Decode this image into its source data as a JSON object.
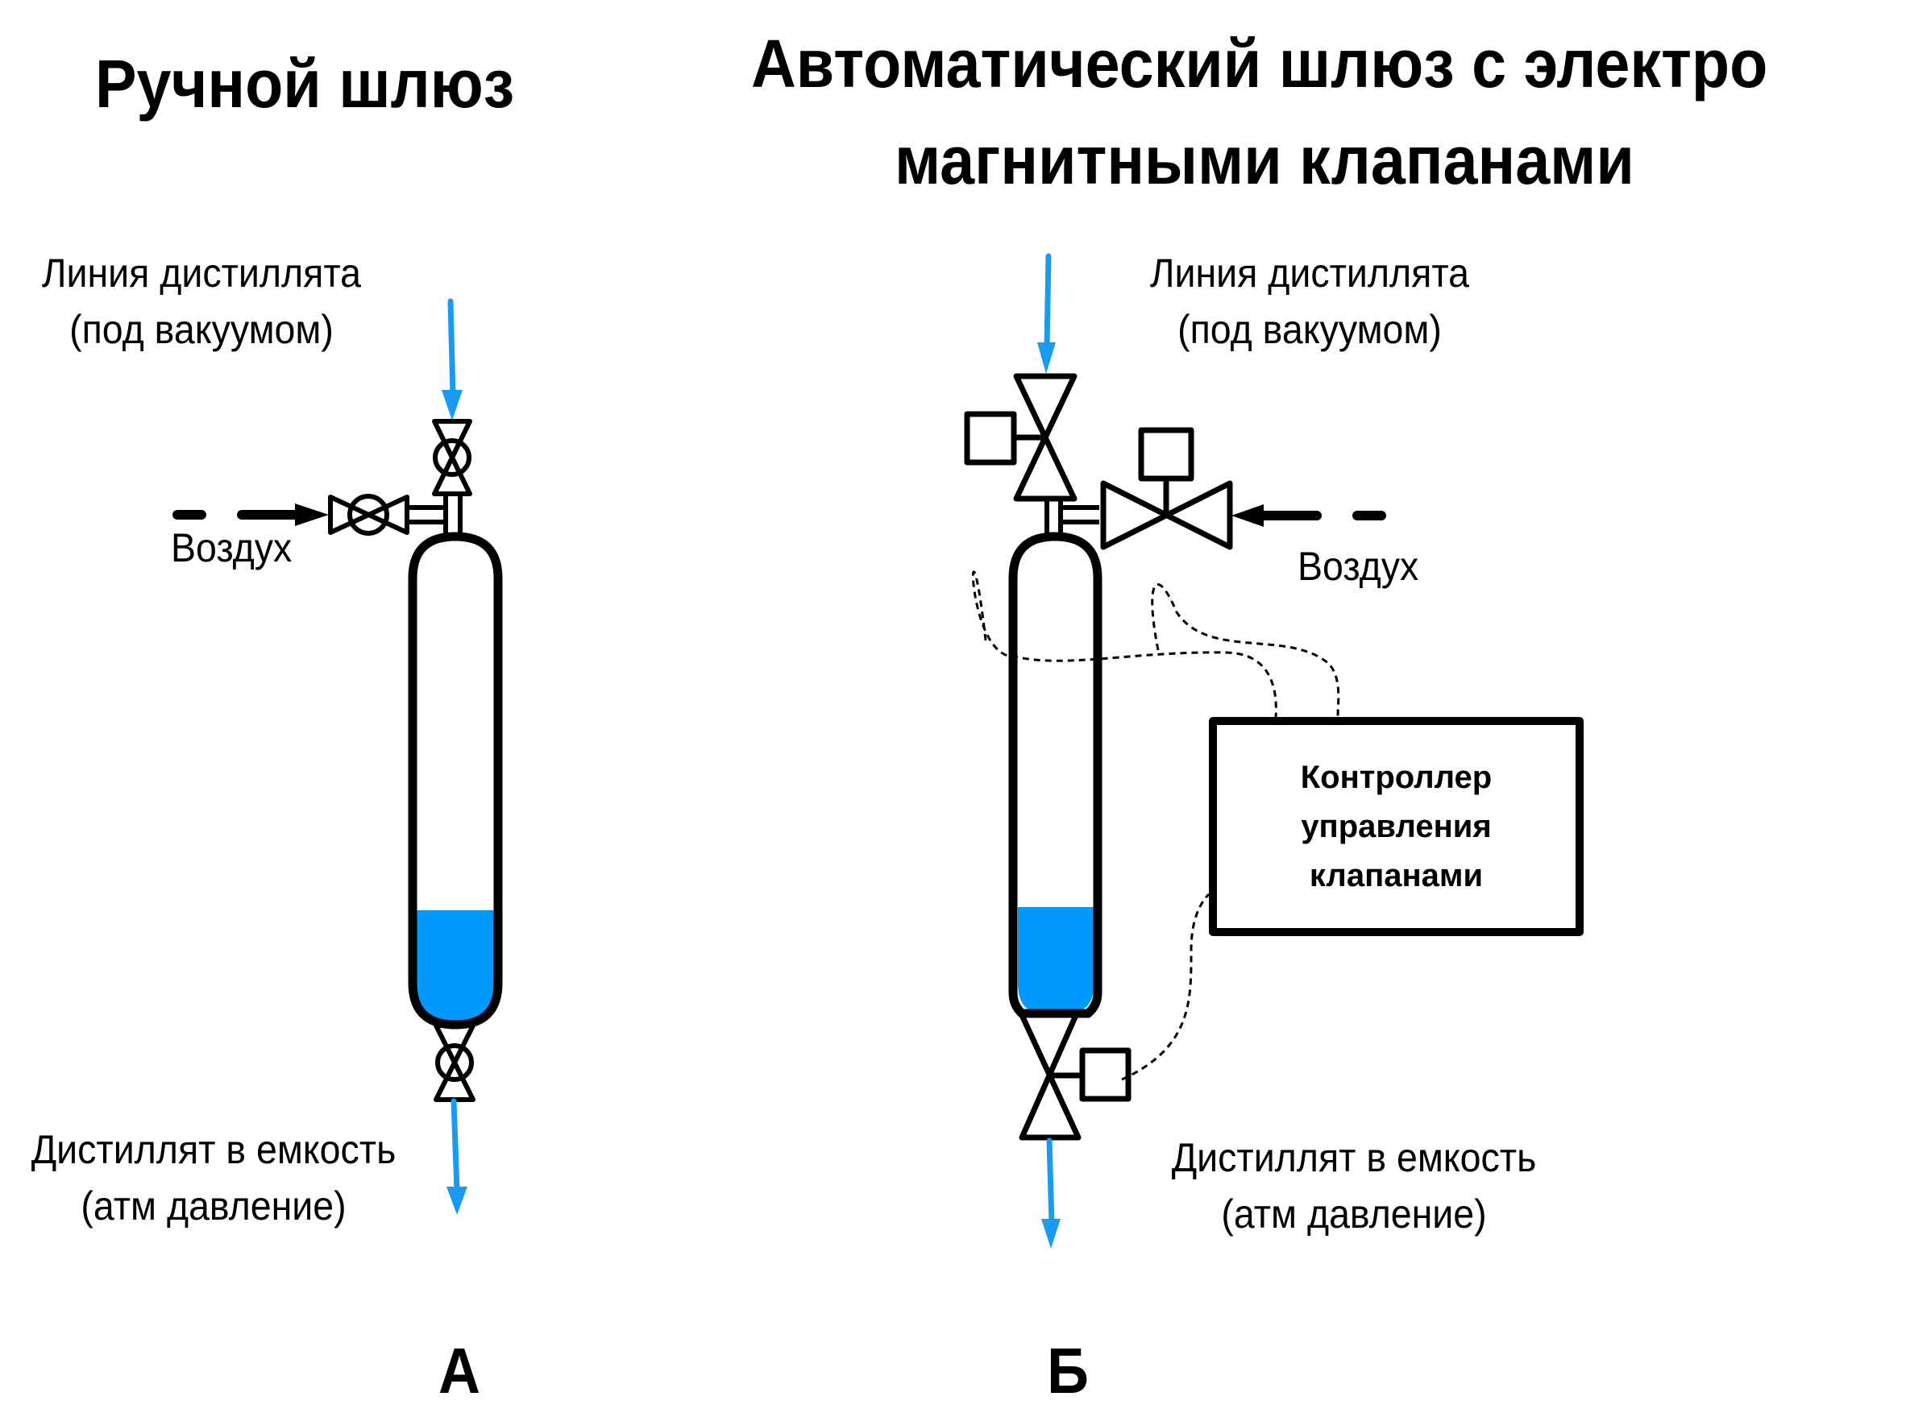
{
  "panel_a": {
    "title": "Ручной шлюз",
    "inlet_label_line1": "Линия дистиллята",
    "inlet_label_line2": "(под вакуумом)",
    "air_label": "Воздух",
    "outlet_label_line1": "Дистиллят в емкость",
    "outlet_label_line2": "(атм давление)",
    "letter": "А",
    "valves": [
      "manual-valve-inlet",
      "manual-valve-air",
      "manual-valve-outlet"
    ]
  },
  "panel_b": {
    "title_line1": "Автоматический шлюз с электро",
    "title_line2": "магнитными клапанами",
    "inlet_label_line1": "Линия дистиллята",
    "inlet_label_line2": "(под вакуумом)",
    "air_label": "Воздух",
    "outlet_label_line1": "Дистиллят в емкость",
    "outlet_label_line2": "(атм давление)",
    "controller_line1": "Контроллер",
    "controller_line2": "управления",
    "controller_line3": "клапанами",
    "letter": "Б",
    "valves": [
      "solenoid-valve-inlet",
      "solenoid-valve-air",
      "solenoid-valve-outlet"
    ]
  },
  "colors": {
    "liquid": "#0099ff",
    "flow_arrow": "#1a9bf0",
    "outline": "#000000",
    "background": "#ffffff"
  },
  "liquid_fill_fraction": 0.27
}
